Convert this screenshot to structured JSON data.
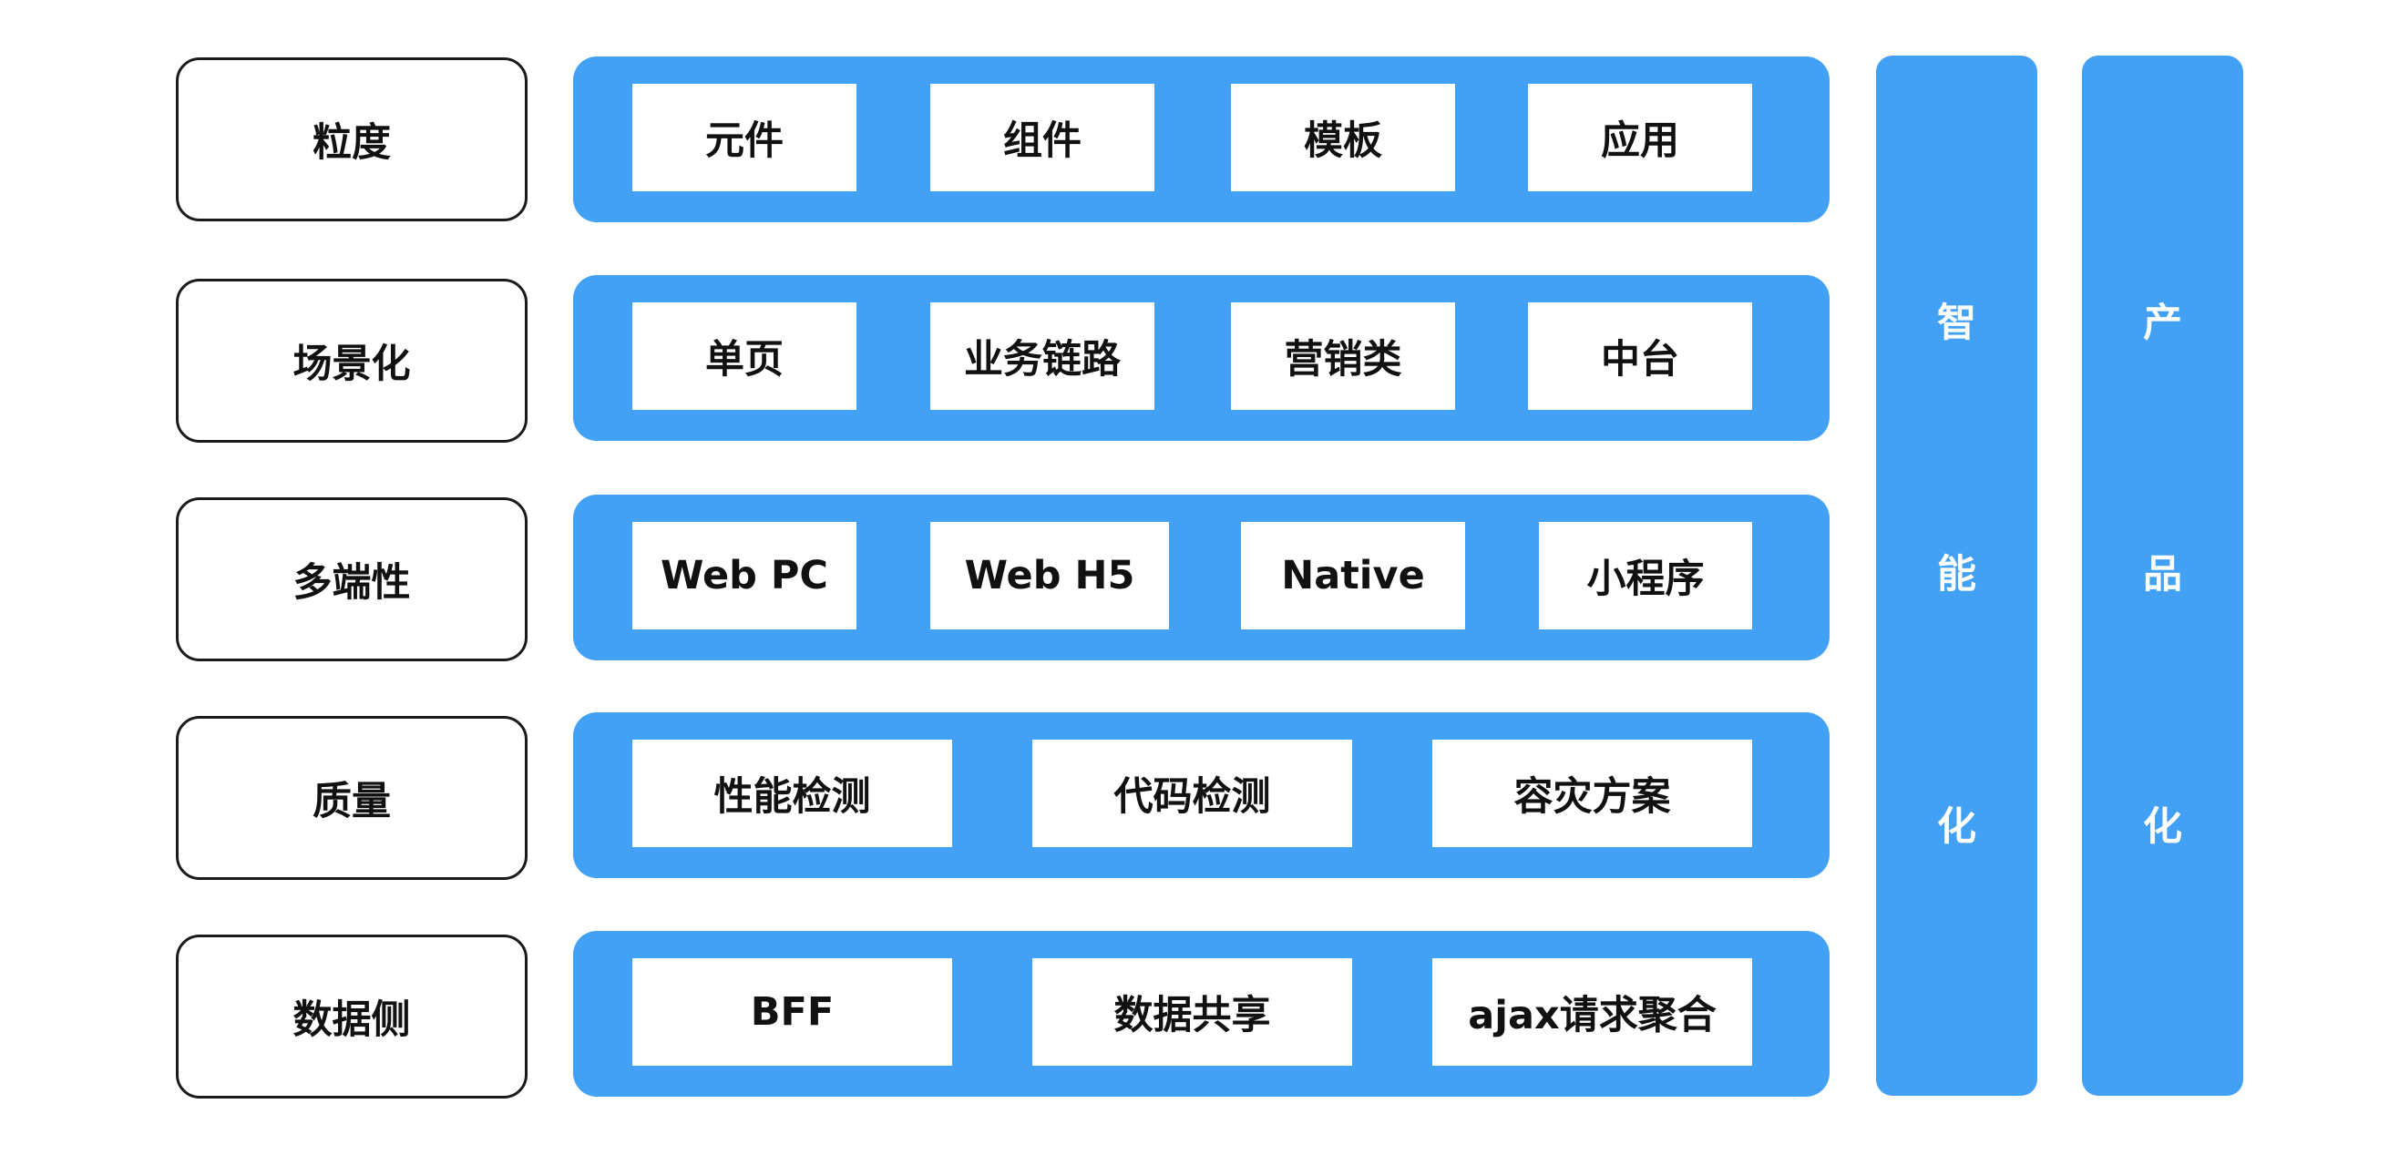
{
  "rows": [
    {
      "label": "粒度",
      "items": [
        "元件",
        "组件",
        "模板",
        "应用"
      ]
    },
    {
      "label": "场景化",
      "items": [
        "单页",
        "业务链路",
        "营销类",
        "中台"
      ]
    },
    {
      "label": "多端性",
      "items": [
        "Web PC",
        "Web H5",
        "Native",
        "小程序"
      ]
    },
    {
      "label": "质量",
      "items": [
        "性能检测",
        "代码检测",
        "容灾方案"
      ]
    },
    {
      "label": "数据侧",
      "items": [
        "BFF",
        "数据共享",
        "ajax请求聚合"
      ]
    }
  ],
  "pillars": [
    {
      "chars": [
        "智",
        "能",
        "化"
      ]
    },
    {
      "chars": [
        "产",
        "品",
        "化"
      ]
    }
  ],
  "colors": {
    "band": "#42a0f5",
    "cell": "#ffffff",
    "label_border": "#1a1a1a"
  }
}
